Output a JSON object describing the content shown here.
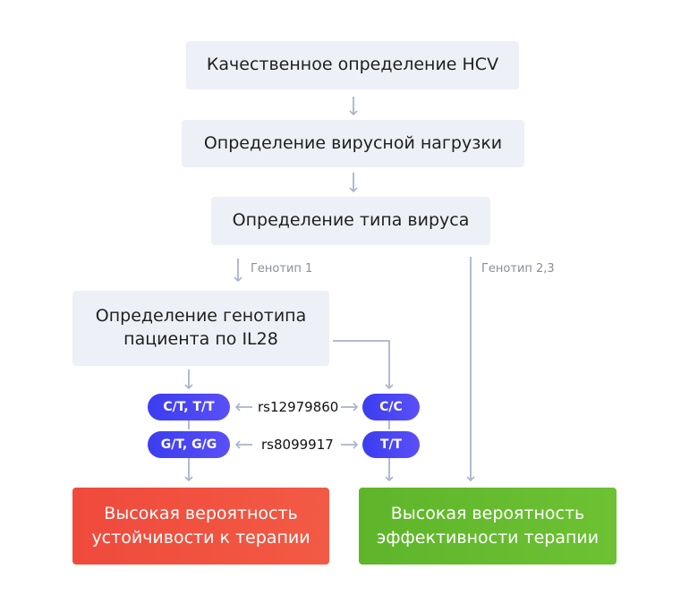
{
  "steps": {
    "qualitative": "Качественное определение HCV",
    "viral_load": "Определение вирусной нагрузки",
    "virus_type": "Определение типа вируса",
    "patient_genotype_line1": "Определение генотипа",
    "patient_genotype_line2": "пациента по IL28"
  },
  "branches": {
    "genotype1": "Генотип 1",
    "genotype23": "Генотип 2,3"
  },
  "snps": {
    "rs1": "rs12979860",
    "rs2": "rs8099917"
  },
  "alleles": {
    "ct_tt": "C/T, T/T",
    "cc": "C/C",
    "gt_gg": "G/T, G/G",
    "tt": "T/T"
  },
  "results": {
    "resistance_line1": "Высокая вероятность",
    "resistance_line2": "устойчивости к терапии",
    "efficacy_line1": "Высокая вероятность",
    "efficacy_line2": "эффективности терапии"
  },
  "colors": {
    "pill": "#4545f2",
    "red": "#f04a3c",
    "green": "#64bb2d",
    "connector": "#aab3cc",
    "box": "#eef0f7"
  }
}
